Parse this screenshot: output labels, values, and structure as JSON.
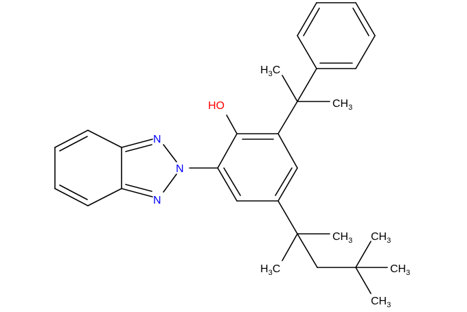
{
  "diagram": {
    "type": "chemical-structure",
    "colors": {
      "bond": "#000000",
      "carbon_label": "#000000",
      "nitrogen_label": "#0000ff",
      "oxygen_label": "#ff0000",
      "background": "#ffffff"
    },
    "labels": {
      "hydroxyl": "HO",
      "n1": "N",
      "n2": "N",
      "n3": "N",
      "cumyl_methyl_left": {
        "main": "H",
        "sub": "3",
        "tail": "C"
      },
      "cumyl_methyl_right": {
        "main": "CH",
        "sub": "3"
      },
      "octyl_methyl_right": {
        "main": "CH",
        "sub": "3"
      },
      "octyl_methyl_left": {
        "main": "H",
        "sub": "3",
        "tail": "C"
      },
      "tbutyl_methyl_top": {
        "main": "CH",
        "sub": "3"
      },
      "tbutyl_methyl_right": {
        "main": "CH",
        "sub": "3"
      },
      "tbutyl_methyl_bottom": {
        "main": "CH",
        "sub": "3"
      }
    }
  }
}
